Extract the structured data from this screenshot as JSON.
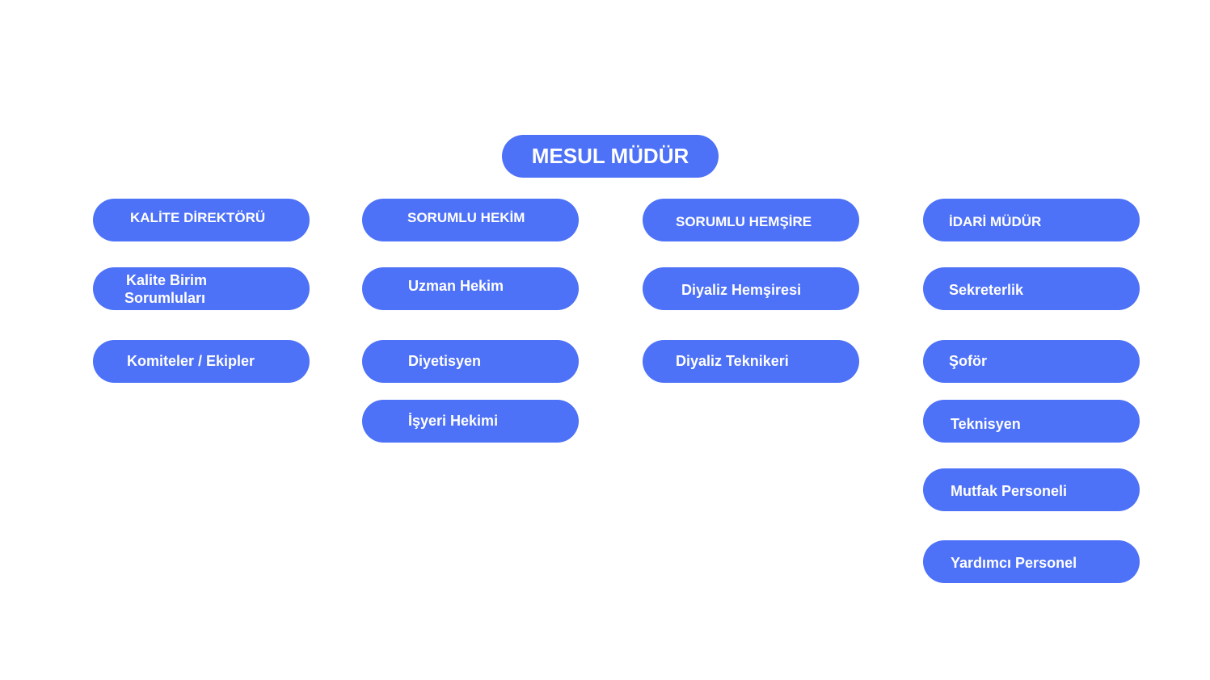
{
  "accent_color": "#4d71f7",
  "text_color": "#ffffff",
  "root": {
    "label": "MESUL MÜDÜR"
  },
  "columns": [
    {
      "head": "KALİTE DİREKTÖRÜ",
      "items": [
        "Kalite Birim Sorumluları",
        "Komiteler / Ekipler"
      ]
    },
    {
      "head": "SORUMLU HEKİM",
      "items": [
        "Uzman Hekim",
        "Diyetisyen",
        "İşyeri Hekimi"
      ]
    },
    {
      "head": "SORUMLU HEMŞİRE",
      "items": [
        "Diyaliz Hemşiresi",
        "Diyaliz Teknikeri"
      ]
    },
    {
      "head": "İDARİ MÜDÜR",
      "items": [
        "Sekreterlik",
        "Şoför",
        "Teknisyen",
        "Mutfak Personeli",
        "Yardımcı Personel"
      ]
    }
  ]
}
